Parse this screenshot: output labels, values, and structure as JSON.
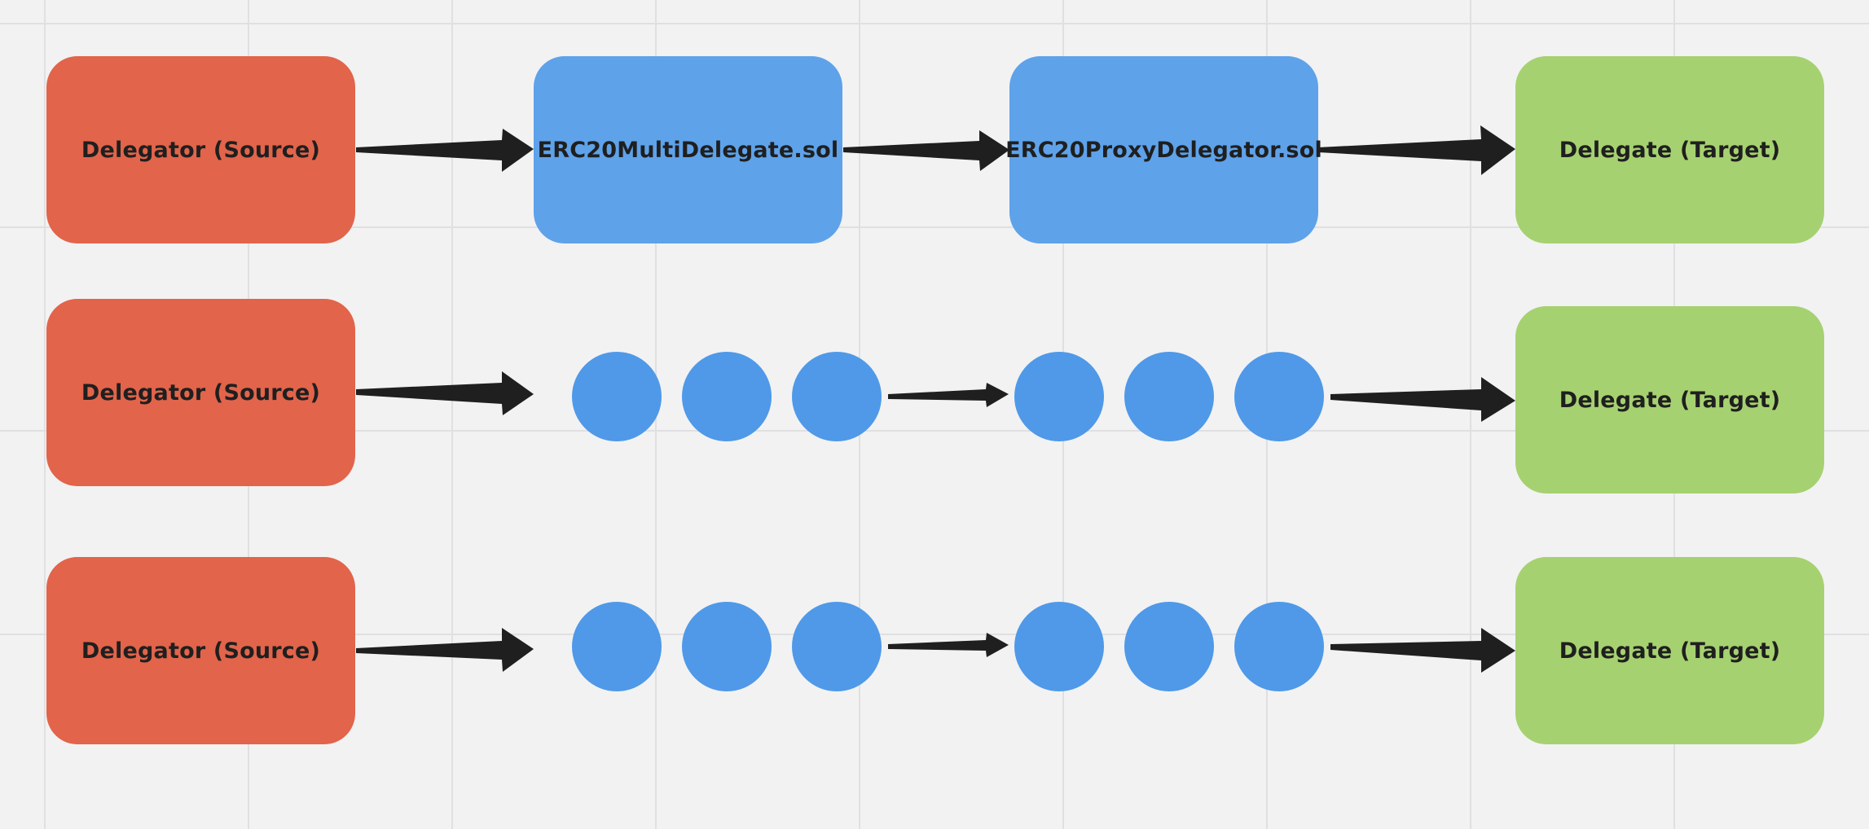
{
  "colors": {
    "source": "#e2644a",
    "contract": "#5ea2ea",
    "dot": "#4f99e8",
    "target": "#a6d170",
    "arrow": "#1f1f1f"
  },
  "rows": [
    {
      "source": {
        "label": "Delegator (Source)"
      },
      "contract1": {
        "label": "ERC20MultiDelegate.sol"
      },
      "contract2": {
        "label": "ERC20ProxyDelegator.sol"
      },
      "target": {
        "label": "Delegate (Target)"
      }
    },
    {
      "source": {
        "label": "Delegator (Source)"
      },
      "target": {
        "label": "Delegate (Target)"
      }
    },
    {
      "source": {
        "label": "Delegator (Source)"
      },
      "target": {
        "label": "Delegate (Target)"
      }
    }
  ]
}
